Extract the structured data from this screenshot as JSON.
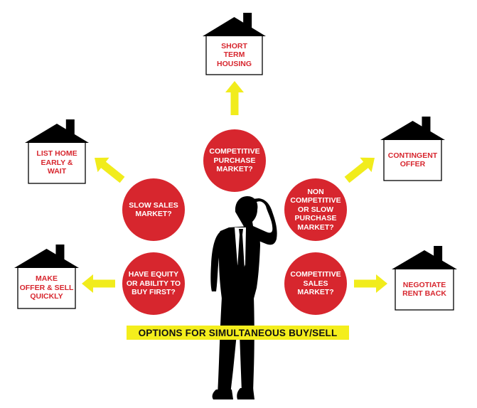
{
  "colors": {
    "circle": "#d7262e",
    "arrow": "#f1ec1c",
    "house_text": "#d7262e",
    "banner_bg": "#f4ee1c",
    "silhouette": "#000000"
  },
  "banner": {
    "text": "OPTIONS FOR SIMULTANEOUS BUY/SELL"
  },
  "circles": [
    {
      "id": "competitive-purchase",
      "text": "COMPETITIVE\nPURCHASE\nMARKET?"
    },
    {
      "id": "slow-sales",
      "text": "SLOW SALES\nMARKET?"
    },
    {
      "id": "non-competitive",
      "text": "NON\nCOMPETITIVE\nOR SLOW\nPURCHASE\nMARKET?"
    },
    {
      "id": "have-equity",
      "text": "HAVE EQUITY\nOR ABILITY TO\nBUY FIRST?"
    },
    {
      "id": "competitive-sales",
      "text": "COMPETITIVE\nSALES\nMARKET?"
    }
  ],
  "houses": [
    {
      "id": "short-term-housing",
      "text": "SHORT\nTERM\nHOUSING"
    },
    {
      "id": "list-home-early",
      "text": "LIST HOME\nEARLY &\nWAIT"
    },
    {
      "id": "contingent-offer",
      "text": "CONTINGENT\nOFFER"
    },
    {
      "id": "make-offer-sell",
      "text": "MAKE\nOFFER & SELL\nQUICKLY"
    },
    {
      "id": "negotiate-rent-back",
      "text": "NEGOTIATE\nRENT BACK"
    }
  ],
  "edges": [
    {
      "from": "competitive-purchase",
      "to": "short-term-housing"
    },
    {
      "from": "slow-sales",
      "to": "list-home-early"
    },
    {
      "from": "non-competitive",
      "to": "contingent-offer"
    },
    {
      "from": "have-equity",
      "to": "make-offer-sell"
    },
    {
      "from": "competitive-sales",
      "to": "negotiate-rent-back"
    }
  ]
}
